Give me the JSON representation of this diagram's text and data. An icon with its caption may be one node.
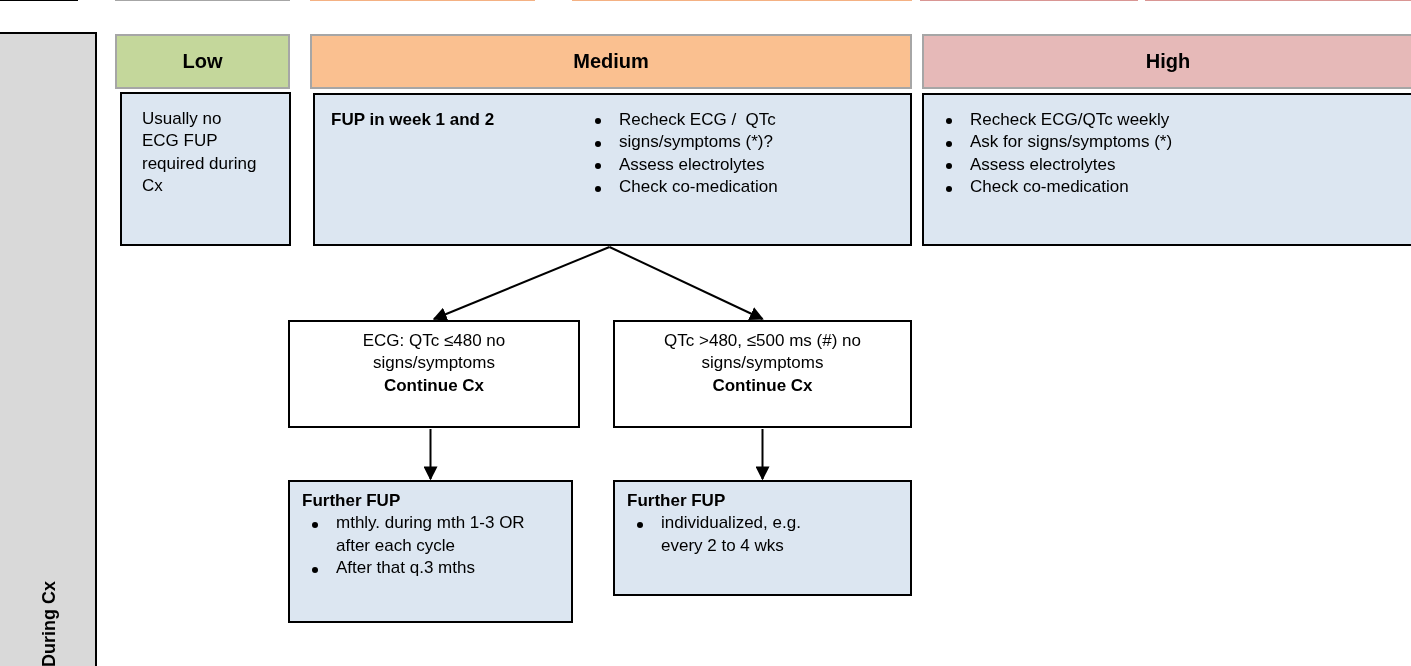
{
  "diagram": {
    "nodes": [
      {
        "text": [],
        "shape": "box"
      },
      {
        "text": [],
        "shape": "box"
      },
      {
        "text": [],
        "shape": "box"
      },
      {
        "text": [],
        "shape": "box"
      },
      {
        "text": [],
        "shape": "box"
      },
      {
        "text": [],
        "shape": "box"
      },
      {
        "text": [
          "During Cx"
        ]
      },
      {
        "text": [
          "Low"
        ]
      },
      {
        "text": [
          "Usually no ECG FUP required during Cx"
        ]
      },
      {
        "text": [
          "Medium"
        ]
      },
      {
        "text": [
          "FUP in week 1 and 2",
          "Recheck ECG /  QTc",
          "signs/symptoms (*)?",
          "Assess electrolytes",
          "Check co-medication"
        ]
      },
      {
        "text": [
          "High"
        ]
      },
      {
        "text": [
          "Recheck ECG/QTc weekly",
          "Ask for signs/symptoms (*)",
          "Assess electrolytes",
          "Check co-medication"
        ]
      },
      {
        "text": [
          "ECG: QTc ≤480 no signs/symptoms",
          "Continue Cx"
        ]
      },
      {
        "text": [
          "QTc >480, ≤500 ms (#) no signs/symptoms",
          "Continue Cx"
        ]
      },
      {
        "text": [
          "Further FUP",
          "mthly. during mth 1-3 OR after each cycle",
          "After that q.3 mths"
        ]
      },
      {
        "text": [
          "Further FUP",
          "individualized, e.g. every 2 to 4 wks"
        ]
      }
    ],
    "edges": [
      {
        "from": 10,
        "to": 13,
        "arrow": "to"
      },
      {
        "from": 10,
        "to": 14,
        "arrow": "to"
      },
      {
        "from": 13,
        "to": 15,
        "arrow": "to"
      },
      {
        "from": 14,
        "to": 16,
        "arrow": "to"
      }
    ]
  }
}
